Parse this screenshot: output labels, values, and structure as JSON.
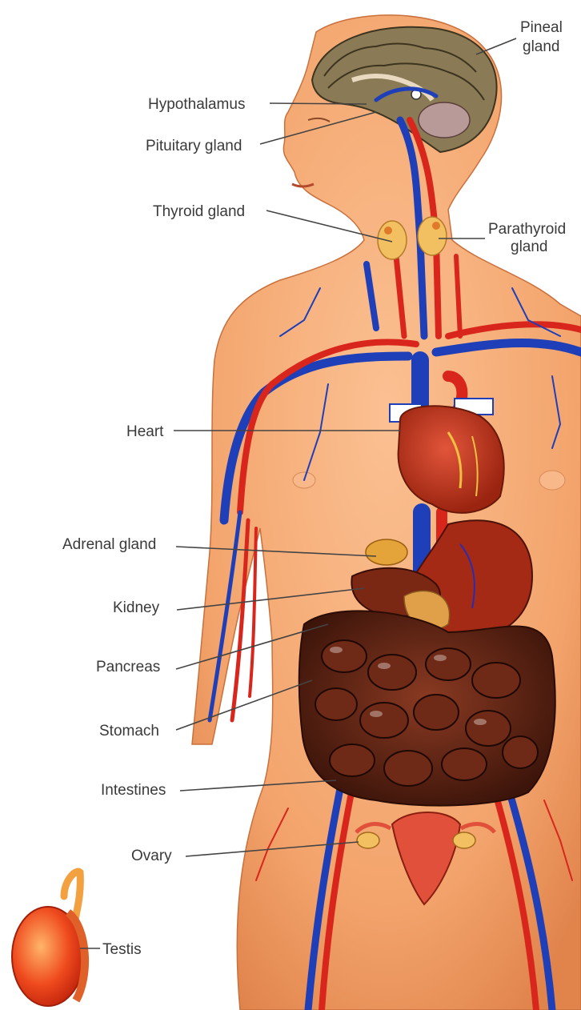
{
  "labels": {
    "pineal_line1": "Pineal",
    "pineal_line2": "gland",
    "hypothalamus": "Hypothalamus",
    "pituitary": "Pituitary gland",
    "thyroid": "Thyroid gland",
    "parathyroid_line1": "Parathyroid",
    "parathyroid_line2": "gland",
    "heart": "Heart",
    "adrenal": "Adrenal gland",
    "kidney": "Kidney",
    "pancreas": "Pancreas",
    "stomach": "Stomach",
    "intestines": "Intestines",
    "ovary": "Ovary",
    "testis": "Testis"
  },
  "colors": {
    "skin": "#f6a871",
    "skin_shadow": "#e58a52",
    "artery": "#d9261c",
    "vein": "#1e3fb8",
    "brain": "#7a6a4a",
    "organ_dark": "#5a1e12",
    "organ_red": "#b8321e",
    "gland": "#f2c060"
  }
}
